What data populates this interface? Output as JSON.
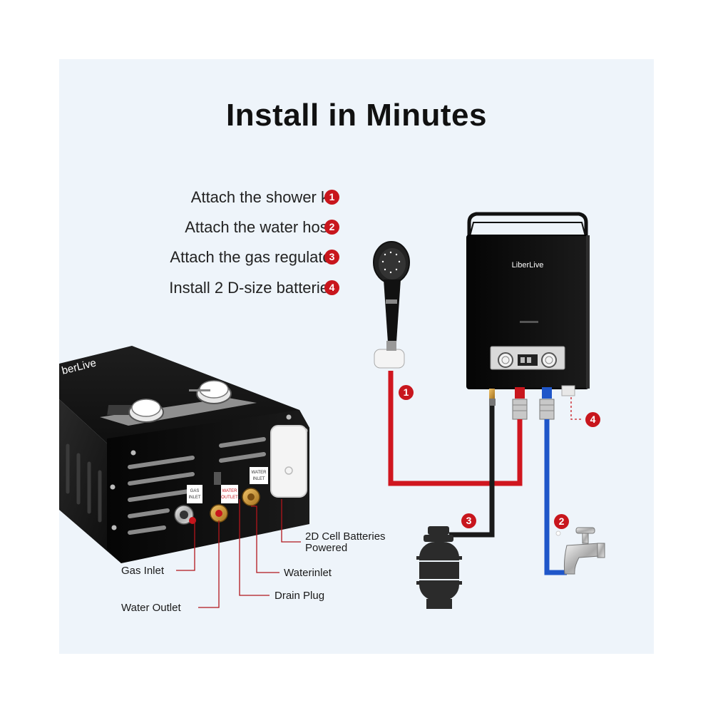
{
  "title": "Install in Minutes",
  "steps": [
    {
      "text": "Attach the shower kit",
      "num": "1"
    },
    {
      "text": "Attach the water hose",
      "num": "2"
    },
    {
      "text": "Attach the gas regulator",
      "num": "3"
    },
    {
      "text": "Install 2 D-size batteries",
      "num": "4"
    }
  ],
  "brand": "LiberLive",
  "brand_partial": "berLive",
  "ports": {
    "gas_inlet": "GAS INLET",
    "water_outlet": "WATER OUTLET",
    "water_inlet": "WATER INLET"
  },
  "callouts": {
    "batteries": [
      "2D Cell Batteries",
      "Powered"
    ],
    "gas_inlet": "Gas Inlet",
    "waterinlet": "Waterinlet",
    "drain_plug": "Drain Plug",
    "water_outlet": "Water Outlet"
  },
  "colors": {
    "badge": "#c8161d",
    "hot_pipe": "#d0161f",
    "cold_pipe": "#1f56c9",
    "gas_pipe": "#1a1a1a",
    "background": "#eef4fa"
  }
}
